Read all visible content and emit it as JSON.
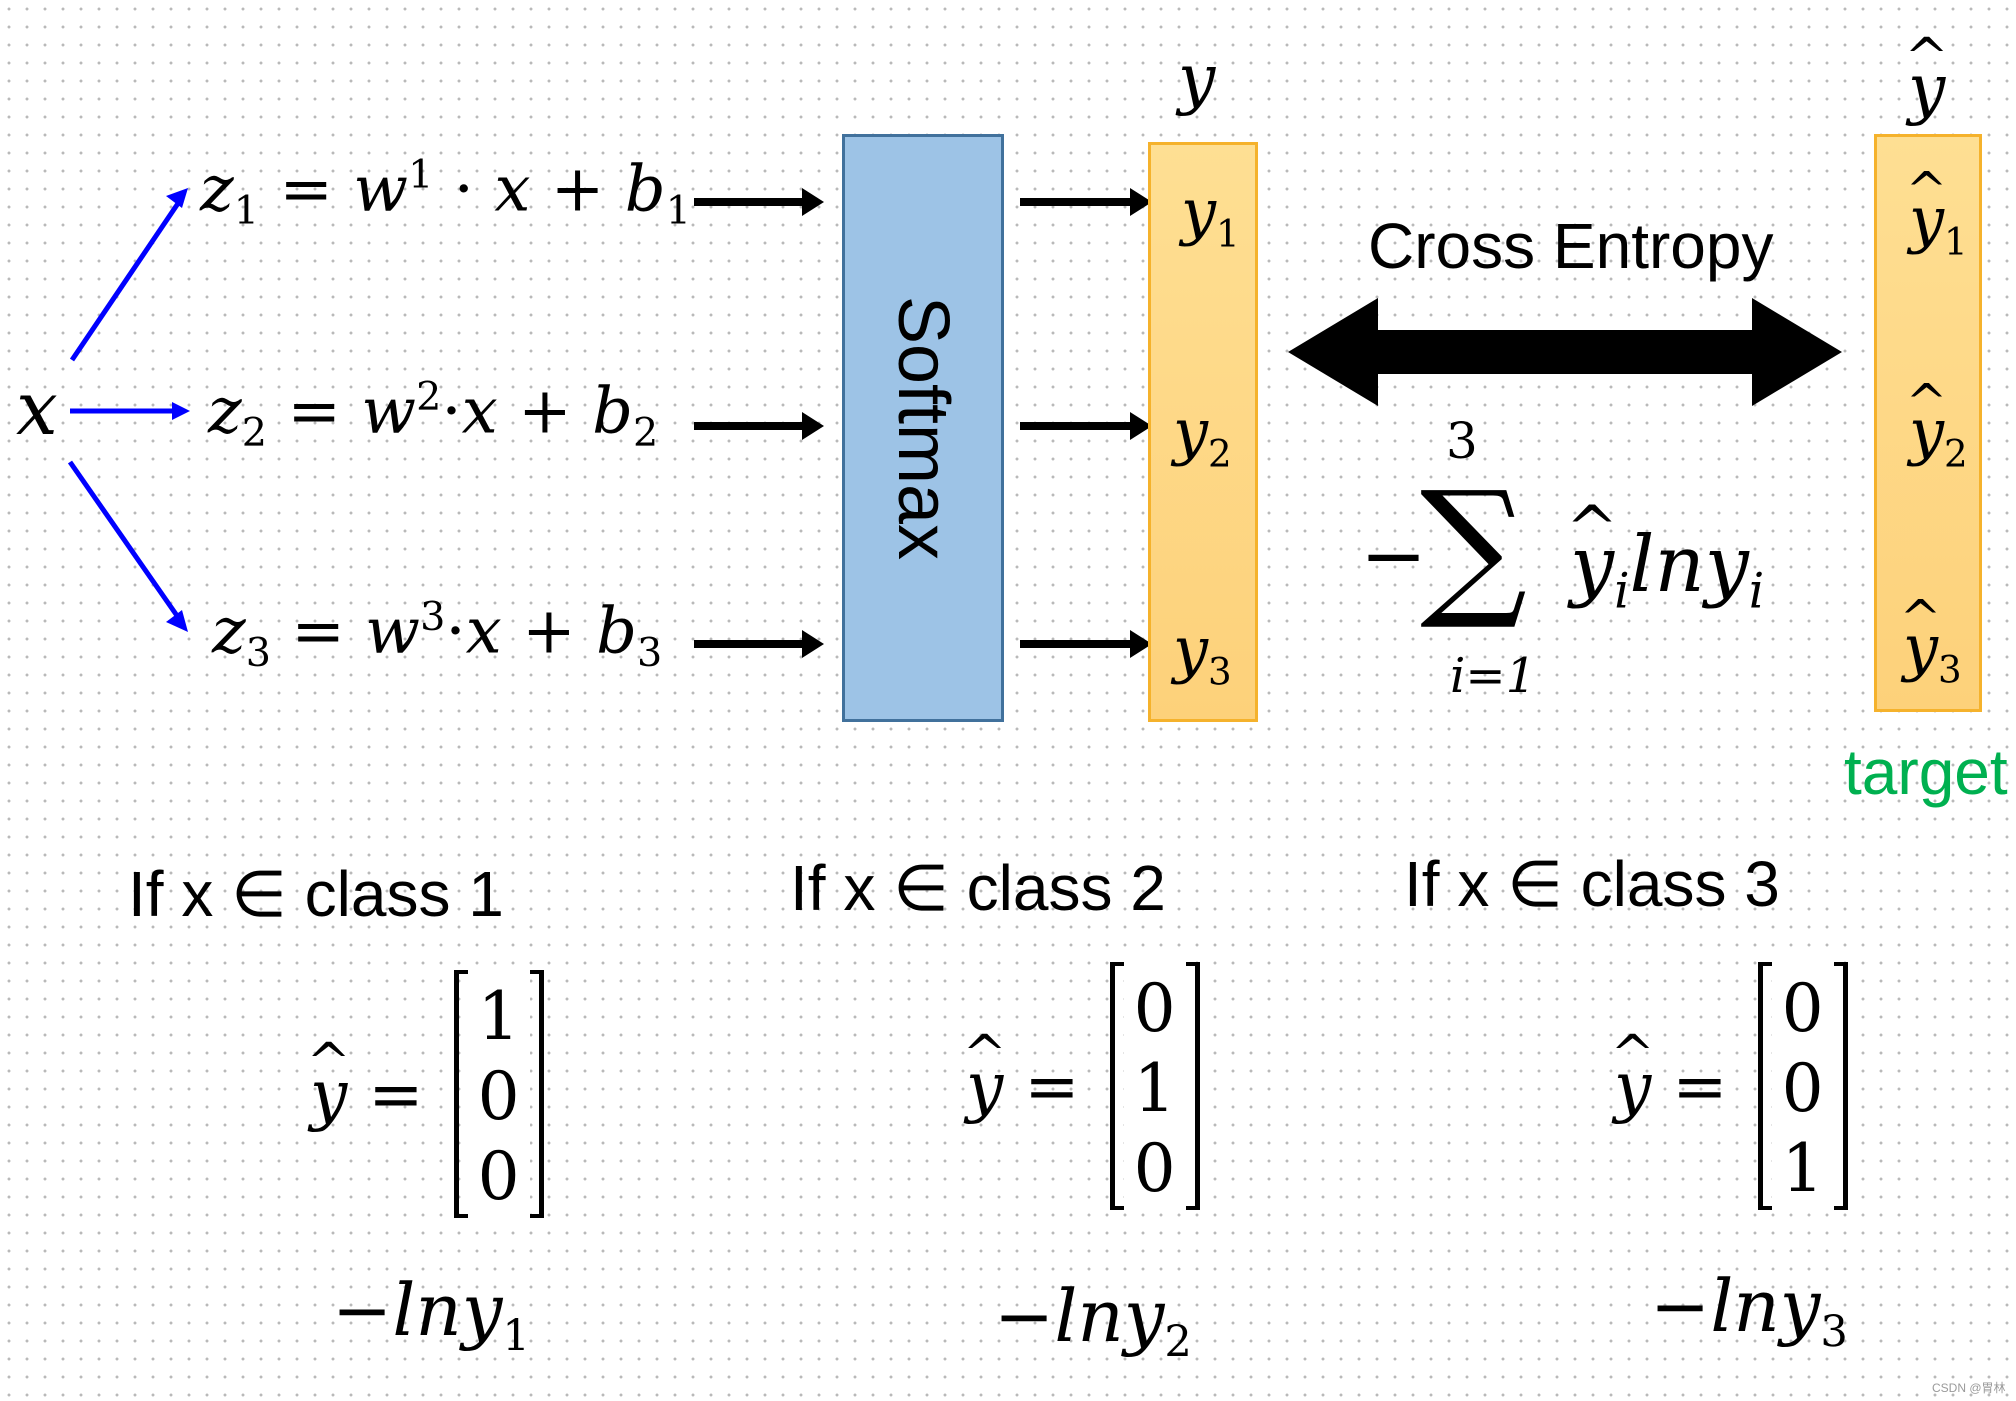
{
  "input": {
    "x": "x"
  },
  "equations": [
    {
      "z": "z",
      "z_sub": "1",
      "eq": " = ",
      "w": "w",
      "w_sup": "1",
      "dot": " · ",
      "x": "x",
      "plus": " + ",
      "b": "b",
      "b_sub": "1"
    },
    {
      "z": "z",
      "z_sub": "2",
      "eq": " = ",
      "w": "w",
      "w_sup": "2",
      "dot": "·",
      "x": "x",
      "plus": " + ",
      "b": "b",
      "b_sub": "2"
    },
    {
      "z": "z",
      "z_sub": "3",
      "eq": " = ",
      "w": "w",
      "w_sup": "3",
      "dot": "·",
      "x": "x",
      "plus": " + ",
      "b": "b",
      "b_sub": "3"
    }
  ],
  "softmax": {
    "label": "Softmax"
  },
  "output_vector": {
    "header": "y",
    "items": [
      {
        "sym": "y",
        "sub": "1"
      },
      {
        "sym": "y",
        "sub": "2"
      },
      {
        "sym": "y",
        "sub": "3"
      }
    ]
  },
  "target_vector": {
    "header": "y",
    "items": [
      {
        "sym": "y",
        "sub": "1"
      },
      {
        "sym": "y",
        "sub": "2"
      },
      {
        "sym": "y",
        "sub": "3"
      }
    ],
    "label": "target"
  },
  "cross_entropy": {
    "label": "Cross Entropy",
    "minus": "−",
    "sigma": "∑",
    "upper": "3",
    "lower": "i=1",
    "term_yhat": "y",
    "term_yhat_sub": "i",
    "term_ln": "lny",
    "term_ln_sub": "i"
  },
  "classes": [
    {
      "condition": "If x ∈ class 1",
      "lhs": "y",
      "eq": " =",
      "matrix": [
        "1",
        "0",
        "0"
      ],
      "loss": "−lny",
      "loss_sub": "1"
    },
    {
      "condition": "If x ∈ class 2",
      "lhs": "y",
      "eq": " =",
      "matrix": [
        "0",
        "1",
        "0"
      ],
      "loss": "−lny",
      "loss_sub": "2"
    },
    {
      "condition": "If x ∈ class 3",
      "lhs": "y",
      "eq": " =",
      "matrix": [
        "0",
        "0",
        "1"
      ],
      "loss": "−lny",
      "loss_sub": "3"
    }
  ],
  "watermark": "CSDN @胃林",
  "colors": {
    "blue_arrow": "#0000ff",
    "softmax_fill": "#9dc3e6",
    "softmax_border": "#41719c",
    "vector_fill": "#fdd683",
    "vector_border": "#f5b22c",
    "target_text": "#00b050"
  }
}
